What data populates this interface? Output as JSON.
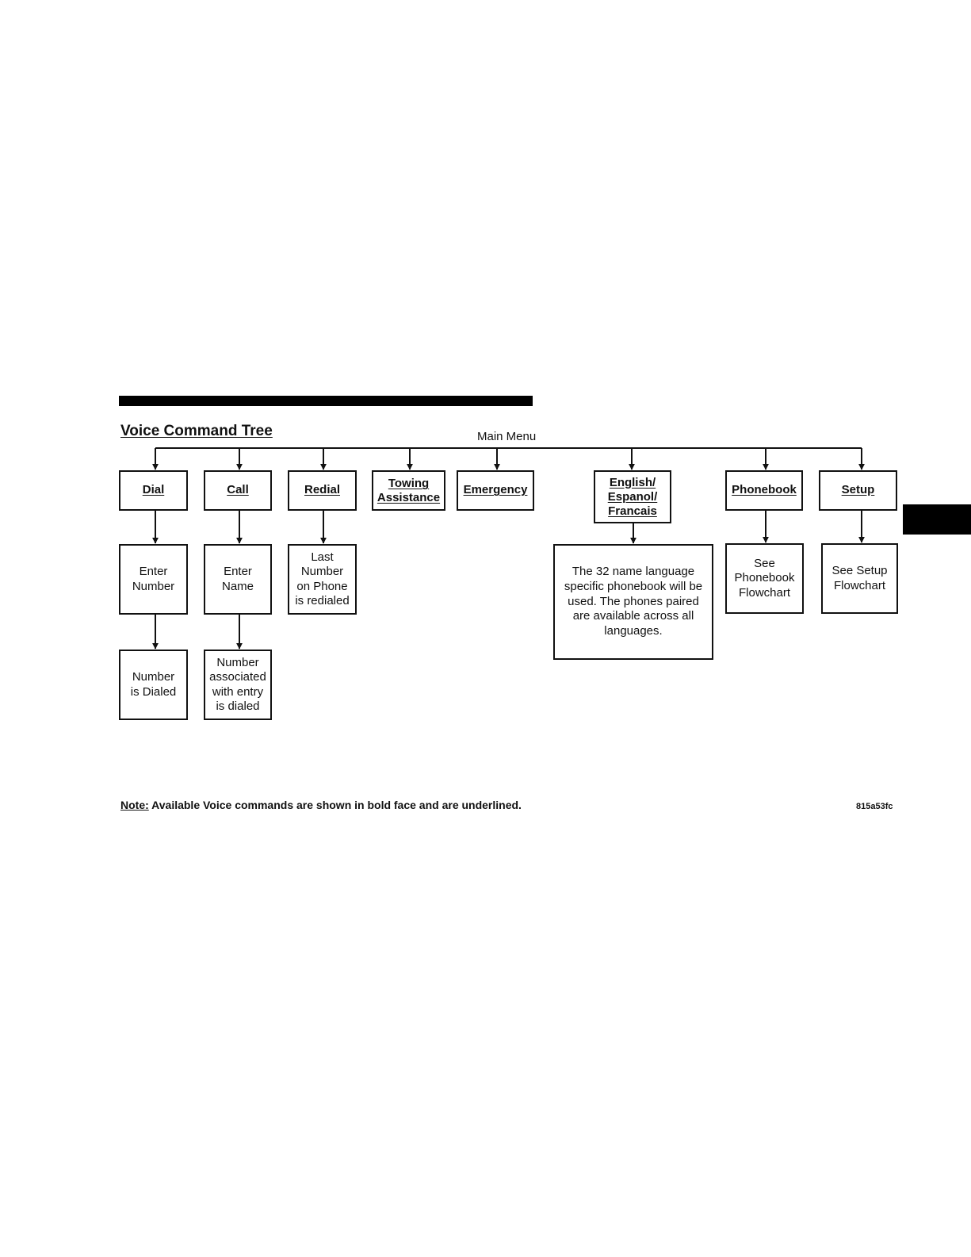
{
  "title": "Voice Command Tree",
  "root": "Main Menu",
  "commands": [
    {
      "id": "dial",
      "label": "Dial"
    },
    {
      "id": "call",
      "label": "Call"
    },
    {
      "id": "redial",
      "label": "Redial"
    },
    {
      "id": "towing",
      "label": "Towing\nAssistance"
    },
    {
      "id": "emergency",
      "label": "Emergency"
    },
    {
      "id": "language",
      "label": "English/\nEspanol/\nFrancais"
    },
    {
      "id": "phonebook",
      "label": "Phonebook"
    },
    {
      "id": "setup",
      "label": "Setup"
    }
  ],
  "results": {
    "dial_1": "Enter\nNumber",
    "dial_2": "Number\nis Dialed",
    "call_1": "Enter\nName",
    "call_2": "Number\nassociated\nwith entry\nis dialed",
    "redial_1": "Last\nNumber\non Phone\nis redialed",
    "language_1": "The 32 name language\nspecific phonebook will be\nused. The phones paired\nare available across all\nlanguages.",
    "phonebook_1": "See\nPhonebook\nFlowchart",
    "setup_1": "See Setup\nFlowchart"
  },
  "note": {
    "label": "Note:",
    "text": " Available Voice commands are shown in bold face and are underlined."
  },
  "figure_code": "815a53fc"
}
